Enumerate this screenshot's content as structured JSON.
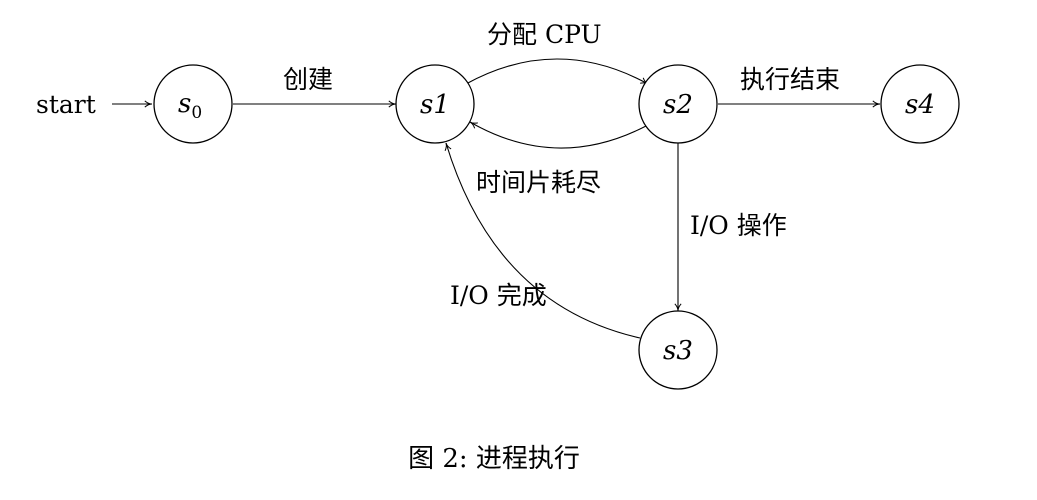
{
  "diagram": {
    "start_label": "start",
    "nodes": {
      "s0": {
        "label": "s",
        "sub": "0"
      },
      "s1": {
        "label": "s1"
      },
      "s2": {
        "label": "s2"
      },
      "s3": {
        "label": "s3"
      },
      "s4": {
        "label": "s4"
      }
    },
    "edges": {
      "s0_s1": "创建",
      "s1_s2": "分配 CPU",
      "s2_s1": "时间片耗尽",
      "s2_s4": "执行结束",
      "s2_s3": "I/O 操作",
      "s3_s1": "I/O 完成"
    }
  },
  "caption": "图 2: 进程执行"
}
